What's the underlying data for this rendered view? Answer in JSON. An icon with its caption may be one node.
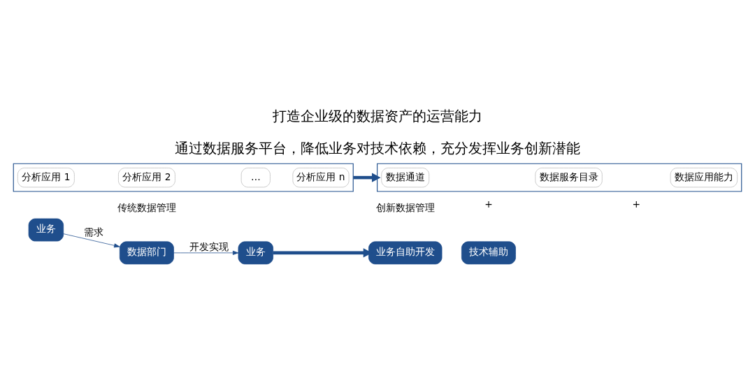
{
  "diagram": {
    "title": "打造企业级的数据资产的运营能力",
    "caption": "通过数据服务平台，降低业务对技术依赖，充分发挥业务创新潜能",
    "nodes": [
      {
        "text": [
          "业务"
        ]
      },
      {
        "text": [
          "数据部门"
        ]
      },
      {
        "text": [
          "业务"
        ]
      },
      {
        "text": [],
        "shape": "box"
      },
      {
        "text": [
          "分析应用 1"
        ],
        "in": 3
      },
      {
        "text": [
          "分析应用 2"
        ],
        "in": 3
      },
      {
        "text": [
          "…"
        ],
        "in": 3
      },
      {
        "text": [
          "分析应用 n"
        ],
        "in": 3
      },
      {
        "text": [
          "业务自助开发"
        ]
      },
      {
        "text": [
          "技术辅助"
        ]
      },
      {
        "text": [],
        "shape": "box"
      },
      {
        "text": [
          "数据通道"
        ],
        "in": 10
      },
      {
        "text": [
          "数据服务目录"
        ],
        "in": 10
      },
      {
        "text": [
          "数据应用能力"
        ],
        "in": 10
      }
    ],
    "edges": [
      {
        "from": 0,
        "to": 1,
        "arrow": "to",
        "label": "需求"
      },
      {
        "from": 1,
        "to": 2,
        "arrow": "to",
        "label": "开发实现"
      },
      {
        "from": 2,
        "to": 8,
        "arrow": "to",
        "style": "thick"
      },
      {
        "from": 3,
        "to": 10,
        "arrow": "to",
        "style": "thick"
      }
    ],
    "labels": [
      "传统数据管理",
      "创新数据管理",
      "+",
      "+"
    ]
  }
}
